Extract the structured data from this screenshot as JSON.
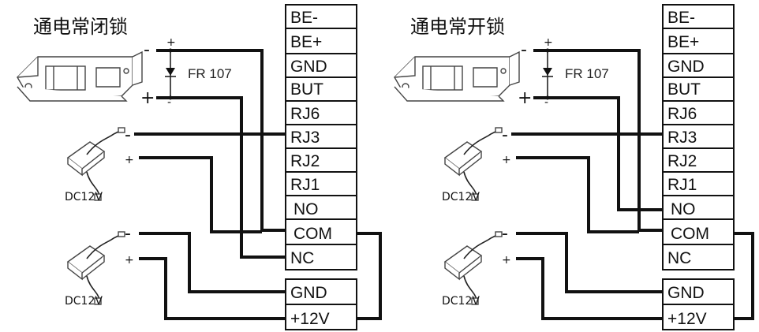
{
  "panels": [
    {
      "title": "通电常闭锁",
      "diode_label": "FR 107",
      "lock_minus": "-",
      "lock_plus": "+",
      "diode_plus": "+",
      "diode_minus": "-",
      "adapter1_minus": "-",
      "adapter1_plus": "+",
      "adapter1_label": "DC12V",
      "adapter2_minus": "-",
      "adapter2_plus": "+",
      "adapter2_label": "DC12V",
      "terminals": [
        "BE-",
        "BE+",
        "GND",
        "BUT",
        "RJ6",
        "RJ3",
        "RJ2",
        "RJ1",
        "NO",
        "COM",
        "NC"
      ],
      "power_terminals": [
        "GND",
        "+12V"
      ]
    },
    {
      "title": "通电常开锁",
      "diode_label": "FR 107",
      "lock_minus": "-",
      "lock_plus": "+",
      "diode_plus": "+",
      "diode_minus": "-",
      "adapter1_minus": "-",
      "adapter1_plus": "+",
      "adapter1_label": "DC12V",
      "adapter2_minus": "-",
      "adapter2_plus": "+",
      "adapter2_label": "DC12V",
      "terminals": [
        "BE-",
        "BE+",
        "GND",
        "BUT",
        "RJ6",
        "RJ3",
        "RJ2",
        "RJ1",
        "NO",
        "COM",
        "NC"
      ],
      "power_terminals": [
        "GND",
        "+12V"
      ]
    }
  ]
}
